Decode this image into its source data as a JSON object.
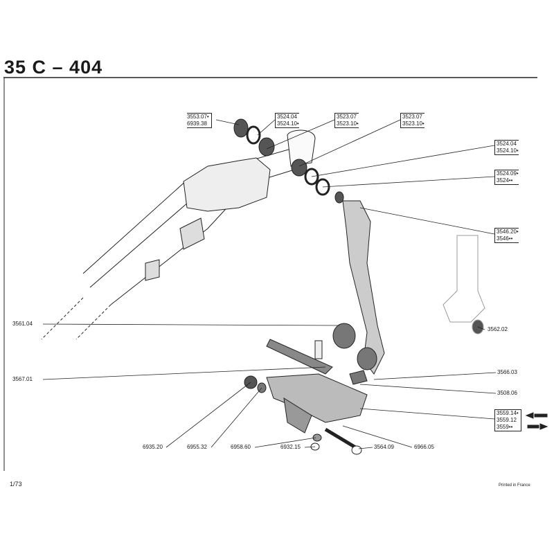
{
  "title": "35 C – 404",
  "page": "1/73",
  "printed": "Printed in France",
  "labels": {
    "l3553": [
      "3553.07•",
      "6939.38"
    ],
    "l3524a": [
      "3524.04",
      "3524.10•"
    ],
    "l3523a": [
      "3523.07",
      "3523.10•"
    ],
    "l3523b": [
      "3523.07",
      "3523.10•"
    ],
    "r3524a": [
      "3524.04",
      "3524.10•"
    ],
    "r3524b": [
      "3524.09•",
      "3524••"
    ],
    "r3546": [
      "3546.20•",
      "3546••"
    ],
    "r3562": "3562.02",
    "l3561": "3561.04",
    "l3567": "3567.01",
    "r3566": "3566.03",
    "r3508": "3508.06",
    "r3559": [
      "3559.14•",
      "3559.12",
      "3559••"
    ],
    "b6935": "6935.20",
    "b6955": "6955.32",
    "b6958": "6958.60",
    "b6932": "6932.15",
    "b3564": "3564.09",
    "b6966": "6966.05"
  }
}
